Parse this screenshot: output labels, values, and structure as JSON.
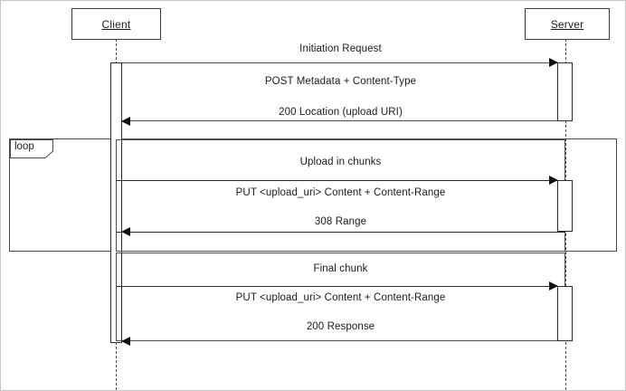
{
  "diagram": {
    "title": "Resumable upload sequence diagram",
    "type": "uml-sequence-diagram",
    "background_color": "#ffffff",
    "line_color": "#2b2b2b",
    "text_color": "#1b1b1b"
  },
  "participants": [
    {
      "id": "client",
      "label": "Client"
    },
    {
      "id": "server",
      "label": "Server"
    }
  ],
  "fragments": [
    {
      "id": "loop",
      "operator": "loop",
      "label": "loop"
    }
  ],
  "messages": [
    {
      "id": "m1",
      "label": "Initiation Request",
      "kind": "note",
      "from": "client",
      "to": "server"
    },
    {
      "id": "m2",
      "label": "POST Metadata + Content-Type",
      "kind": "call",
      "from": "client",
      "to": "server",
      "direction": "right"
    },
    {
      "id": "m3",
      "label": "200 Location (upload URI)",
      "kind": "return",
      "from": "server",
      "to": "client",
      "direction": "left"
    },
    {
      "id": "m4",
      "label": "Upload in chunks",
      "kind": "note",
      "from": "client",
      "to": "server"
    },
    {
      "id": "m5",
      "label": "PUT <upload_uri> Content + Content-Range",
      "kind": "call",
      "from": "client",
      "to": "server",
      "direction": "right"
    },
    {
      "id": "m6",
      "label": "308 Range",
      "kind": "return",
      "from": "server",
      "to": "client",
      "direction": "left"
    },
    {
      "id": "m7",
      "label": "Final chunk",
      "kind": "note",
      "from": "client",
      "to": "server"
    },
    {
      "id": "m8",
      "label": "PUT <upload_uri> Content + Content-Range",
      "kind": "call",
      "from": "client",
      "to": "server",
      "direction": "right"
    },
    {
      "id": "m9",
      "label": "200 Response",
      "kind": "return",
      "from": "server",
      "to": "client",
      "direction": "left"
    }
  ]
}
